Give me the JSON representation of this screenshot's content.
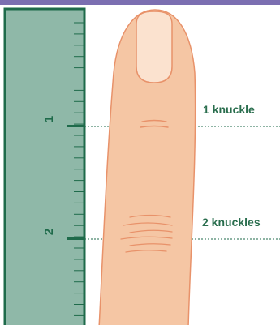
{
  "labels": {
    "one_knuckle": "1 knuckle",
    "two_knuckles": "2 knuckles"
  },
  "ruler": {
    "mark_1": "1",
    "mark_2": "2"
  },
  "colors": {
    "top_bar": "#7b6fb1",
    "ruler_fill": "#8fb8a8",
    "ruler_stroke": "#1e6a4a",
    "label_text": "#2a6e4e",
    "finger_skin": "#f5c6a4",
    "finger_outline": "#e8926a",
    "nail": "#fbe2cf"
  },
  "icons": {
    "ruler": "ruler-icon",
    "finger": "finger-icon"
  }
}
